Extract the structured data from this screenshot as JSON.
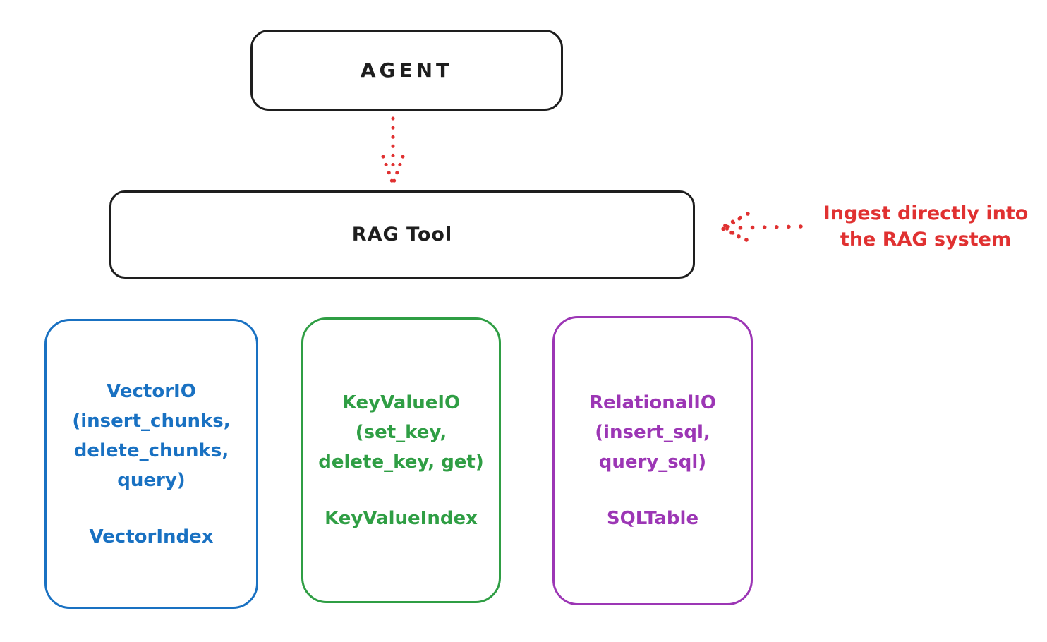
{
  "nodes": {
    "agent": {
      "label": "AGENT"
    },
    "rag_tool": {
      "label": "RAG Tool"
    }
  },
  "annotation": {
    "line1": "Ingest directly into",
    "line2": "the RAG system",
    "color": "#e03131"
  },
  "io_boxes": [
    {
      "name": "VectorIO",
      "color": "#1971c2",
      "lines": [
        "VectorIO",
        "(insert_chunks,",
        "delete_chunks,",
        "query)"
      ],
      "index": "VectorIndex"
    },
    {
      "name": "KeyValueIO",
      "color": "#2f9e44",
      "lines": [
        "KeyValueIO",
        "(set_key,",
        "delete_key, get)"
      ],
      "index": "KeyValueIndex"
    },
    {
      "name": "RelationalIO",
      "color": "#9c36b5",
      "lines": [
        "RelationalIO",
        "(insert_sql,",
        "query_sql)"
      ],
      "index": "SQLTable"
    }
  ],
  "colors": {
    "stroke": "#1e1e1e",
    "arrow": "#e03131",
    "background": "#ffffff"
  }
}
